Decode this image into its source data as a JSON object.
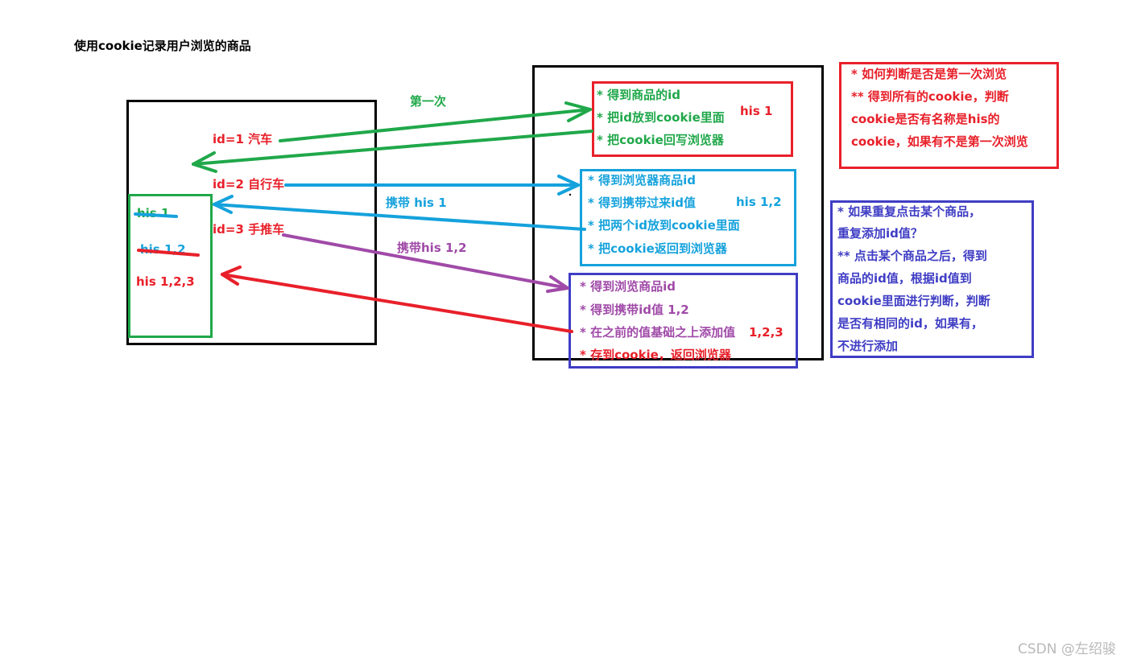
{
  "title": "使用cookie记录用户浏览的商品",
  "browser": {
    "items": [
      "id=1 汽车",
      "id=2 自行车",
      "id=3 手推车"
    ],
    "his_values": [
      "his 1",
      "his 1,2",
      "his  1,2,3"
    ]
  },
  "arrows": {
    "first_label": "第一次",
    "carry1_label": "携带 his  1",
    "carry2_label": "携带his  1,2"
  },
  "server": {
    "step1": {
      "lines": [
        "* 得到商品的id",
        "* 把id放到cookie里面",
        "* 把cookie回写浏览器"
      ],
      "his": "his  1"
    },
    "step2": {
      "lines": [
        "* 得到浏览器商品id",
        "* 得到携带过来id值",
        "* 把两个id放到cookie里面",
        "* 把cookie返回到浏览器"
      ],
      "his": "his  1,2"
    },
    "step3": {
      "lines": [
        "* 得到浏览商品id",
        "* 得到携带id值  1,2",
        "* 在之前的值基础之上添加值",
        "* 存到cookie，返回浏览器"
      ],
      "his": "1,2,3"
    }
  },
  "notes": {
    "first_visit": [
      "* 如何判断是否是第一次浏览",
      "** 得到所有的cookie，判断",
      "cookie是否有名称是his的",
      "cookie，如果有不是第一次浏览"
    ],
    "repeat": [
      "* 如果重复点击某个商品，",
      "重复添加id值？",
      "** 点击某个商品之后，得到",
      "商品的id值，根据id值到",
      "cookie里面进行判断，判断",
      "是否有相同的id，如果有，",
      "不进行添加"
    ]
  },
  "watermark": "CSDN @左绍骏",
  "colors": {
    "red": "#e8202a",
    "green": "#20a84a",
    "blue": "#15a2dc",
    "purple": "#a04aa8",
    "indigo": "#3f3dc4",
    "black": "#000000"
  }
}
